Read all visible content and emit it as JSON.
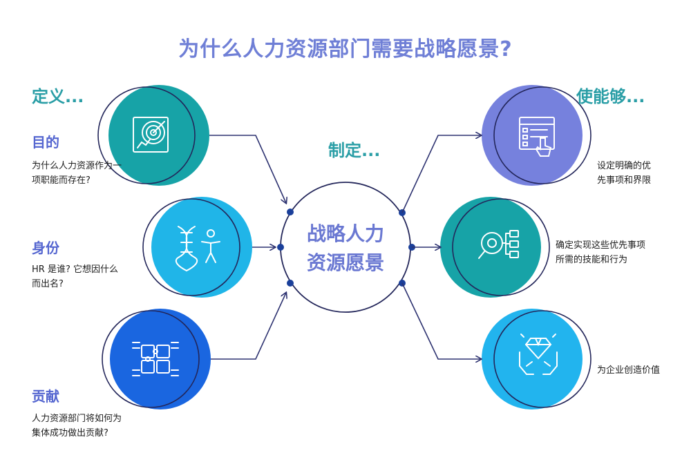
{
  "title": "为什么人力资源部门需要战略愿景?",
  "left": {
    "heading": "定义...",
    "items": [
      {
        "label": "目的",
        "desc_lines": [
          "为什么人力资源作为一",
          "项职能而存在?"
        ],
        "icon": "target-blueprint-icon",
        "color": "#17a3a7"
      },
      {
        "label": "身份",
        "desc_lines": [
          "HR 是谁? 它想因什么",
          "而出名?"
        ],
        "icon": "dna-person-icon",
        "color": "#20b5e8"
      },
      {
        "label": "贡献",
        "desc_lines": [
          "人力资源部门将如何为",
          "集体成功做出贡献?"
        ],
        "icon": "puzzle-hands-icon",
        "color": "#1a66e0"
      }
    ]
  },
  "center": {
    "heading": "制定...",
    "lines": [
      "战略人力",
      "资源愿景"
    ]
  },
  "right": {
    "heading": "使能够...",
    "items": [
      {
        "desc_lines": [
          "设定明确的优",
          "先事项和界限"
        ],
        "icon": "checklist-touch-icon",
        "color": "#7681dd"
      },
      {
        "desc_lines": [
          "确定实现这些优先事项",
          "所需的技能和行为"
        ],
        "icon": "gear-magnifier-icon",
        "color": "#17a3a7"
      },
      {
        "desc_lines": [
          "为企业创造价值"
        ],
        "icon": "diamond-hands-icon",
        "color": "#22b4ee"
      }
    ]
  }
}
